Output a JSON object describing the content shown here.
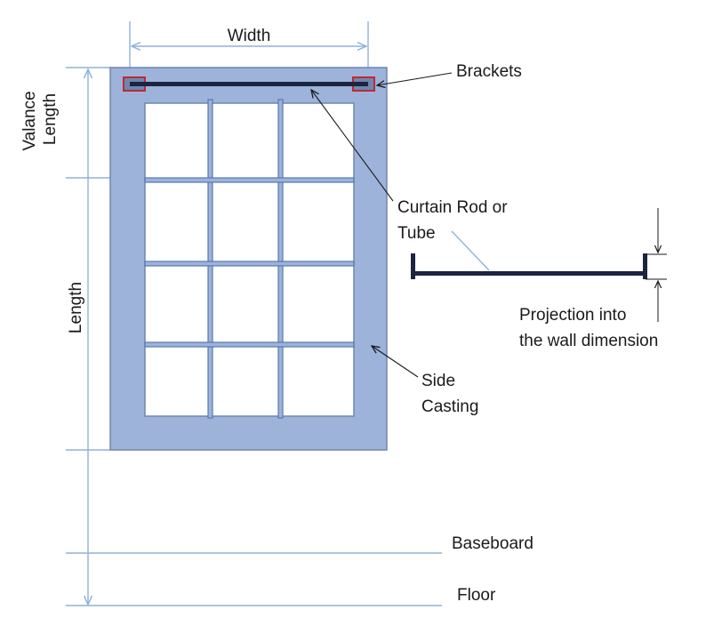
{
  "labels": {
    "width": "Width",
    "valance_length_line1": "Valance",
    "valance_length_line2": "Length",
    "length": "Length",
    "brackets": "Brackets",
    "curtain_rod_line1": "Curtain Rod or",
    "curtain_rod_line2": "Tube",
    "projection_line1": "Projection into",
    "projection_line2": "the wall dimension",
    "side_casting_line1": "Side",
    "side_casting_line2": "Casting",
    "baseboard": "Baseboard",
    "floor": "Floor"
  },
  "colors": {
    "frame_fill": "#9db3da",
    "frame_stroke": "#6f86b3",
    "muntin": "#5878ad",
    "dimension_line": "#8fb2da",
    "rod": "#1b2540",
    "bracket": "#c0282f",
    "arrow": "#1a1a1a",
    "text": "#1a1a1a"
  },
  "window": {
    "columns": 3,
    "rows": 4
  }
}
